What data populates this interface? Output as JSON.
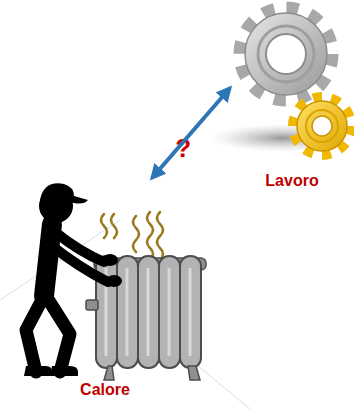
{
  "diagram": {
    "nodes": [
      {
        "text": [
          "Lavoro"
        ]
      },
      {
        "text": [
          "Calore"
        ]
      }
    ],
    "edges": [
      {
        "from": 1,
        "to": 0,
        "arrow": "both",
        "label": "?"
      }
    ]
  }
}
